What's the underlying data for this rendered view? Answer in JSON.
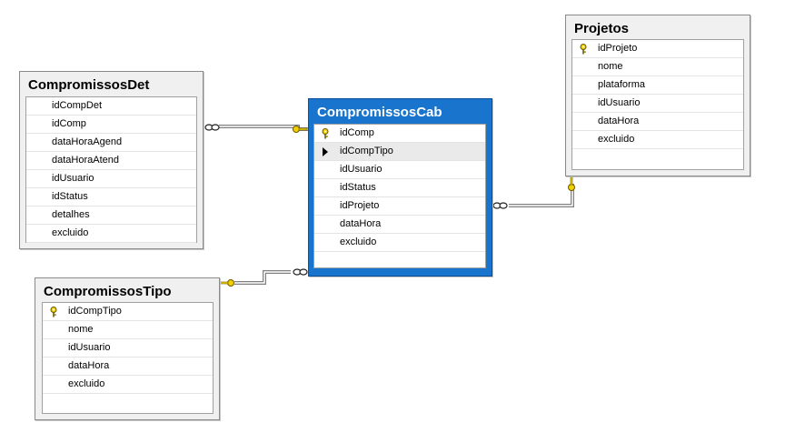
{
  "tables": {
    "compromissosDet": {
      "title": "CompromissosDet",
      "columns": [
        {
          "name": "idCompDet"
        },
        {
          "name": "idComp"
        },
        {
          "name": "dataHoraAgend"
        },
        {
          "name": "dataHoraAtend"
        },
        {
          "name": "idUsuario"
        },
        {
          "name": "idStatus"
        },
        {
          "name": "detalhes"
        },
        {
          "name": "excluido"
        }
      ]
    },
    "compromissosCab": {
      "title": "CompromissosCab",
      "selected": true,
      "columns": [
        {
          "name": "idComp",
          "key": true
        },
        {
          "name": "idCompTipo",
          "current_row": true
        },
        {
          "name": "idUsuario"
        },
        {
          "name": "idStatus"
        },
        {
          "name": "idProjeto"
        },
        {
          "name": "dataHora"
        },
        {
          "name": "excluido"
        }
      ]
    },
    "projetos": {
      "title": "Projetos",
      "columns": [
        {
          "name": "idProjeto",
          "key": true
        },
        {
          "name": "nome"
        },
        {
          "name": "plataforma"
        },
        {
          "name": "idUsuario"
        },
        {
          "name": "dataHora"
        },
        {
          "name": "excluido"
        }
      ]
    },
    "compromissosTipo": {
      "title": "CompromissosTipo",
      "columns": [
        {
          "name": "idCompTipo",
          "key": true
        },
        {
          "name": "nome"
        },
        {
          "name": "idUsuario"
        },
        {
          "name": "dataHora"
        },
        {
          "name": "excluido"
        }
      ]
    }
  },
  "relationships": [
    {
      "from": "compromissosDet",
      "to": "compromissosCab",
      "many_end": "compromissosDet",
      "one_end": "compromissosCab"
    },
    {
      "from": "compromissosCab",
      "to": "projetos",
      "many_end": "compromissosCab",
      "one_end": "projetos"
    },
    {
      "from": "compromissosCab",
      "to": "compromissosTipo",
      "many_end": "compromissosCab",
      "one_end": "compromissosTipo"
    }
  ],
  "colors": {
    "selected_header": "#1874cd",
    "key_icon": "#f2d000",
    "connector": "#808080"
  }
}
